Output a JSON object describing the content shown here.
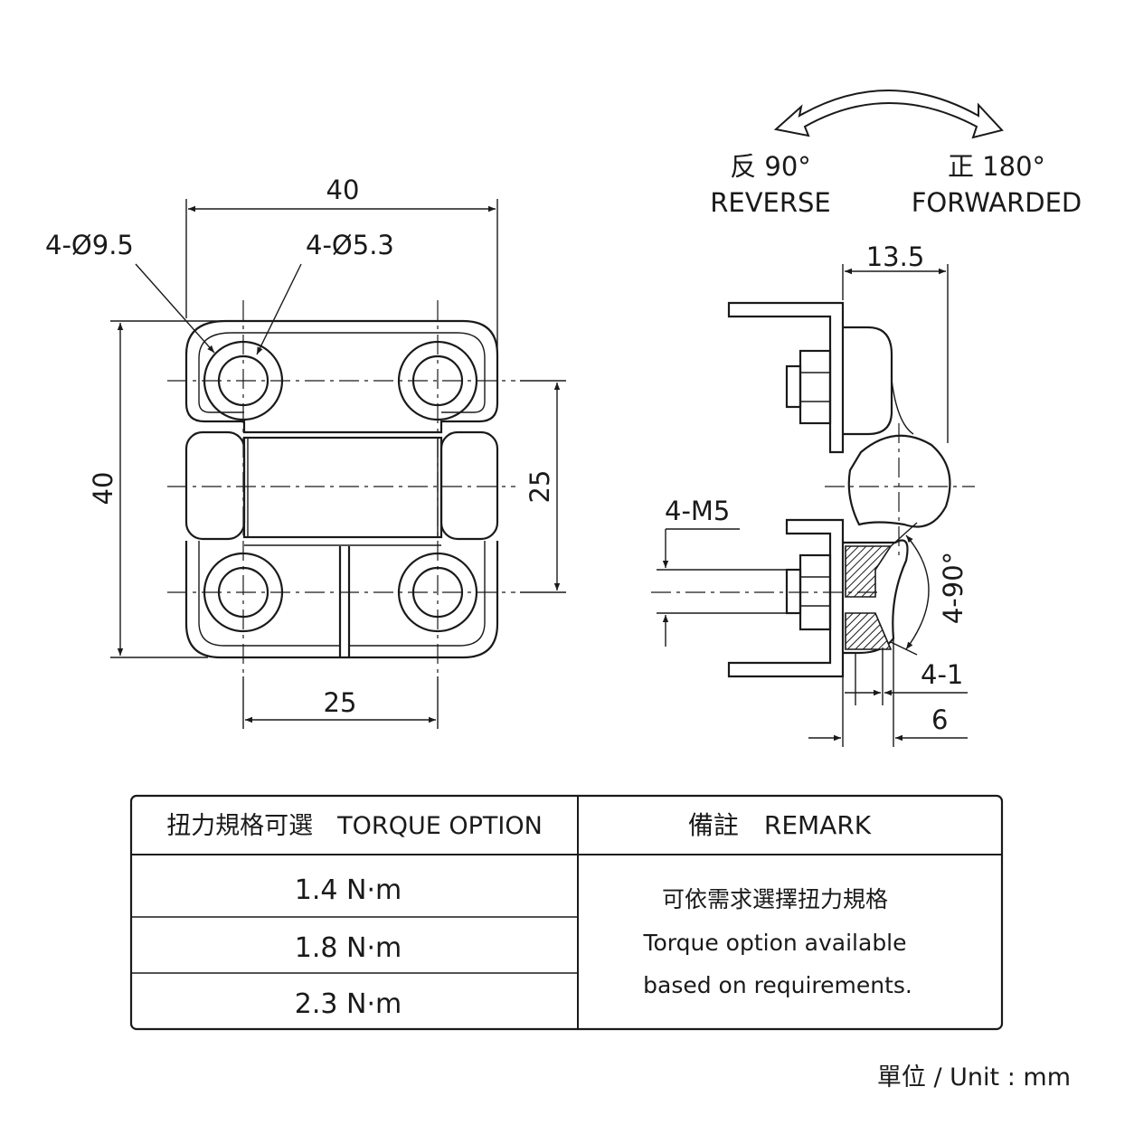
{
  "front_view": {
    "width_dim": "40",
    "height_dim": "40",
    "hole_spacing_h": "25",
    "hole_spacing_v": "25",
    "outer_hole_label": "4-Ø9.5",
    "inner_hole_label": "4-Ø5.3"
  },
  "side_view": {
    "reverse_cn": "反 90°",
    "reverse_en": "REVERSE",
    "forward_cn": "正 180°",
    "forward_en": "FORWARDED",
    "depth_dim": "13.5",
    "thread_label": "4-M5",
    "angle_label": "4-90°",
    "chamfer_label": "4-1",
    "offset_dim": "6"
  },
  "torque_table": {
    "header_option": "扭力規格可選　TORQUE OPTION",
    "header_remark": "備註　REMARK",
    "rows": [
      "1.4 N·m",
      "1.8 N·m",
      "2.3 N·m"
    ],
    "remark_cn": "可依需求選擇扭力規格",
    "remark_en_1": "Torque option available",
    "remark_en_2": "based on requirements."
  },
  "unit_label": "單位 / Unit : mm"
}
